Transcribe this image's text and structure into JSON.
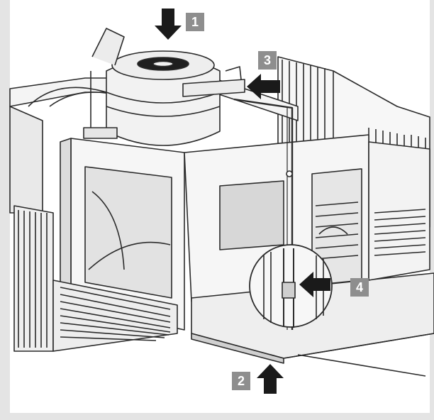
{
  "callouts": {
    "step1": "1",
    "step2": "2",
    "step3": "3",
    "step4": "4"
  },
  "colors": {
    "line": "#2a2a2a",
    "surface": "#f4f4f4",
    "shade": "#d8d8d8",
    "dark_shade": "#bdbdbd",
    "arrow": "#1a1a1a",
    "badge": "#8e8e8e"
  },
  "icons": [
    "down-arrow-icon",
    "up-arrow-icon",
    "left-arrow-icon"
  ]
}
